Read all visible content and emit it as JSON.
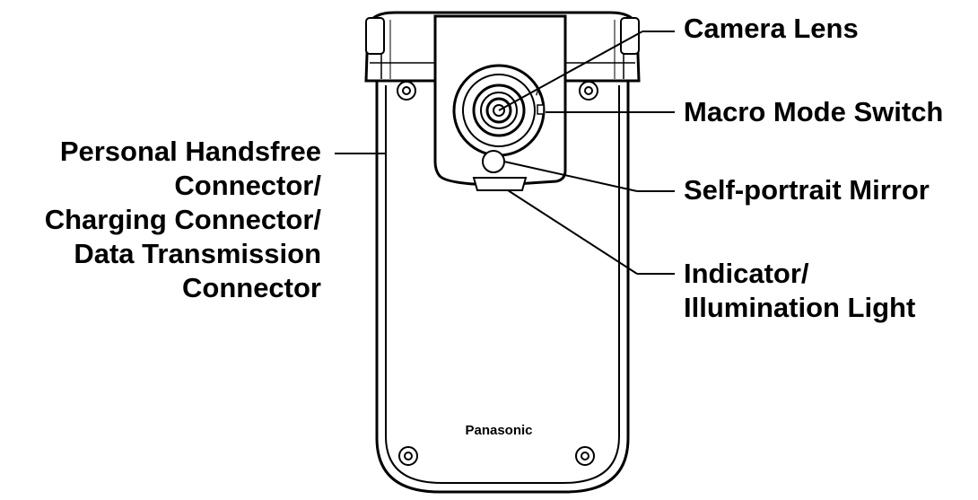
{
  "diagram": {
    "brand_label": "Panasonic",
    "callouts": {
      "camera_lens": {
        "lines": [
          "Camera Lens"
        ]
      },
      "macro_mode_switch": {
        "lines": [
          "Macro Mode Switch"
        ]
      },
      "self_portrait_mirror": {
        "lines": [
          "Self-portrait Mirror"
        ]
      },
      "indicator_light": {
        "lines": [
          "Indicator/",
          "Illumination Light"
        ]
      },
      "connector": {
        "lines": [
          "Personal Handsfree",
          "Connector/",
          "Charging Connector/",
          "Data Transmission",
          "Connector"
        ]
      }
    }
  }
}
